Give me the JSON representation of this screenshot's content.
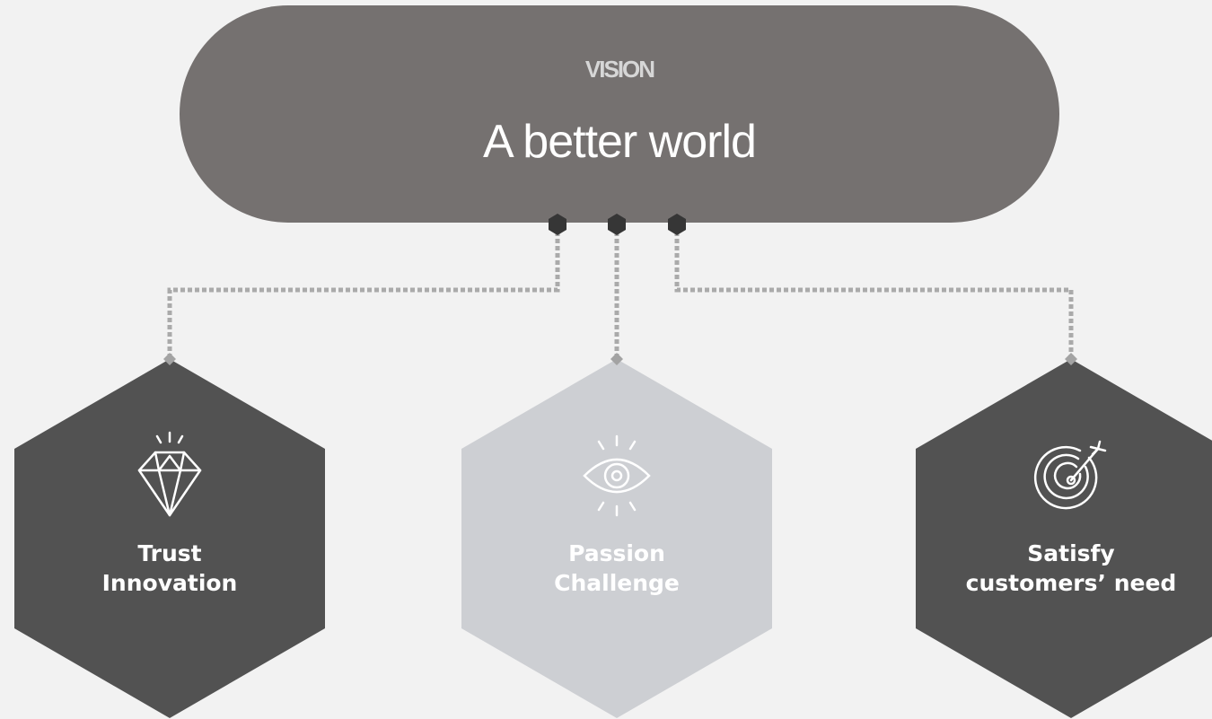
{
  "vision": {
    "label": "VISION",
    "title": "A better world"
  },
  "values": [
    {
      "line1": "Trust",
      "line2": "Innovation",
      "icon": "diamond-icon",
      "fill": "#525252"
    },
    {
      "line1": "Passion",
      "line2": "Challenge",
      "icon": "eye-icon",
      "fill": "#cdcfd3"
    },
    {
      "line1": "Satisfy",
      "line2": "customers’ need",
      "icon": "target-icon",
      "fill": "#525252"
    }
  ],
  "colors": {
    "background": "#f2f2f2",
    "vision_pill": "#757170",
    "connector": "#aaaaaa",
    "node": "#363636"
  }
}
